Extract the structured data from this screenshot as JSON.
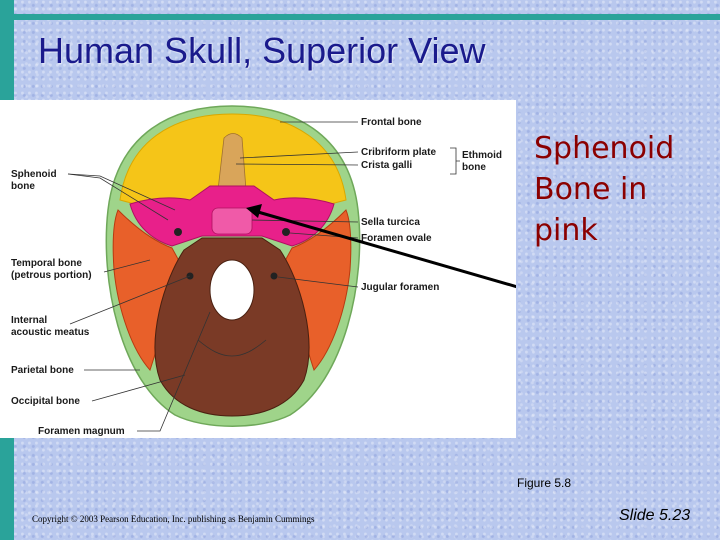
{
  "slide": {
    "title": "Human Skull, Superior View",
    "caption_lines": [
      "Sphenoid",
      "Bone in",
      "pink"
    ],
    "figure_ref": "Figure 5.8",
    "copyright": "Copyright © 2003 Pearson Education, Inc. publishing as Benjamin Cummings",
    "slide_number": "Slide 5.23",
    "accent_color": "#2aa39a",
    "title_color": "#1a1a8c",
    "caption_color": "#8b0000"
  },
  "figure": {
    "labels_left": {
      "sphenoid": [
        "Sphenoid",
        "bone"
      ],
      "temporal": [
        "Temporal bone",
        "(petrous portion)"
      ],
      "internal": [
        "Internal",
        "acoustic meatus"
      ],
      "parietal": "Parietal bone",
      "occipital": "Occipital bone",
      "foramen_magnum": "Foramen magnum"
    },
    "labels_right": {
      "frontal": "Frontal bone",
      "cribriform": "Cribriform plate",
      "crista": "Crista galli",
      "ethmoid": [
        "Ethmoid",
        "bone"
      ],
      "sella": "Sella turcica",
      "ovale": "Foramen ovale",
      "jugular": "Jugular foramen"
    },
    "bone_colors": {
      "frontal": "#f5c518",
      "sphenoid": "#e8208a",
      "temporal": "#e8602a",
      "occipital": "#7a3a26",
      "parietal": "#9fd48a"
    }
  }
}
